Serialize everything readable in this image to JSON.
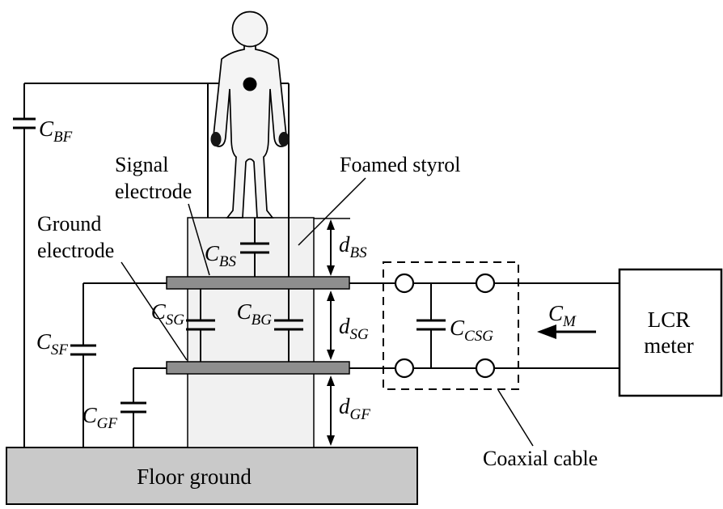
{
  "diagram": {
    "labels": {
      "signal_electrode": {
        "line1": "Signal",
        "line2": "electrode"
      },
      "ground_electrode": {
        "line1": "Ground",
        "line2": "electrode"
      },
      "foamed_styrol": "Foamed styrol",
      "floor_ground": "Floor ground",
      "coaxial_cable": "Coaxial cable",
      "lcr_meter": {
        "line1": "LCR",
        "line2": "meter"
      }
    },
    "capacitors": {
      "c_bf": {
        "sym": "C",
        "sub": "BF"
      },
      "c_bs": {
        "sym": "C",
        "sub": "BS"
      },
      "c_sg": {
        "sym": "C",
        "sub": "SG"
      },
      "c_bg": {
        "sym": "C",
        "sub": "BG"
      },
      "c_sf": {
        "sym": "C",
        "sub": "SF"
      },
      "c_gf": {
        "sym": "C",
        "sub": "GF"
      },
      "c_csg": {
        "sym": "C",
        "sub": "CSG"
      },
      "c_m": {
        "sym": "C",
        "sub": "M"
      }
    },
    "dimensions": {
      "d_bs": {
        "sym": "d",
        "sub": "BS"
      },
      "d_sg": {
        "sym": "d",
        "sub": "SG"
      },
      "d_gf": {
        "sym": "d",
        "sub": "GF"
      }
    },
    "colors": {
      "floor": "#c9c9c9",
      "electrode": "#8e8e8e",
      "styrol": "#f1f1f1",
      "line": "#000000",
      "body_fill": "#f4f4f4"
    }
  }
}
